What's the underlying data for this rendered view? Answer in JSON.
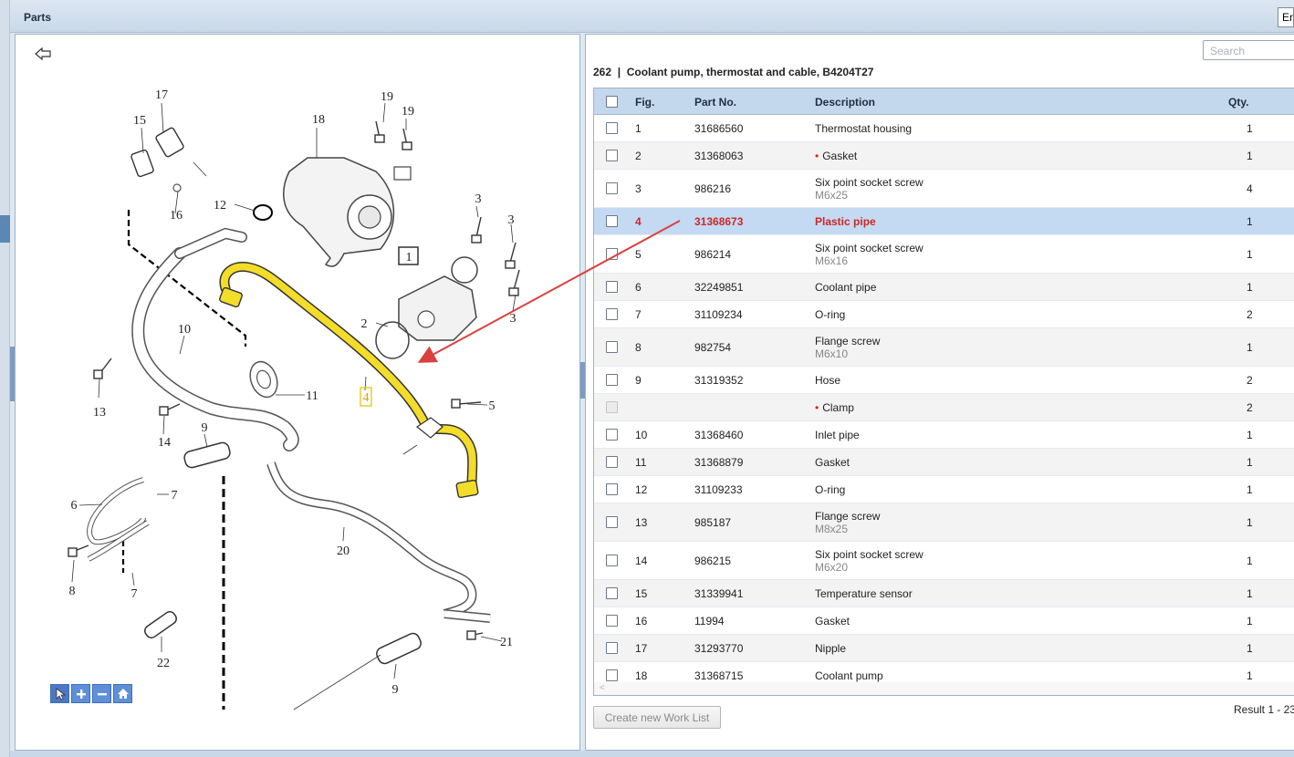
{
  "header": {
    "title": "Parts",
    "lang_button": "En"
  },
  "diagram": {
    "callouts": [
      "17",
      "15",
      "18",
      "19",
      "19",
      "12",
      "16",
      "3",
      "3",
      "1",
      "2",
      "3",
      "10",
      "11",
      "13",
      "14",
      "4",
      "5",
      "9",
      "6",
      "7",
      "8",
      "7",
      "20",
      "22",
      "21",
      "9"
    ]
  },
  "toolbar": {
    "tools": [
      "pointer-icon",
      "plus-icon",
      "minus-icon",
      "home-icon"
    ]
  },
  "search": {
    "placeholder": "Search"
  },
  "heading": "262  |  Coolant pump, thermostat and cable, B4204T27",
  "table": {
    "columns": [
      "Fig.",
      "Part No.",
      "Description",
      "Qty."
    ],
    "rows": [
      {
        "fig": "1",
        "part": "31686560",
        "desc": "Thermostat housing",
        "sub": "",
        "qty": "1",
        "bullet": false
      },
      {
        "fig": "2",
        "part": "31368063",
        "desc": "Gasket",
        "sub": "",
        "qty": "1",
        "bullet": true
      },
      {
        "fig": "3",
        "part": "986216",
        "desc": "Six point socket screw",
        "sub": "M6x25",
        "qty": "4",
        "bullet": false
      },
      {
        "fig": "4",
        "part": "31368673",
        "desc": "Plastic pipe",
        "sub": "",
        "qty": "1",
        "bullet": false,
        "selected": true
      },
      {
        "fig": "5",
        "part": "986214",
        "desc": "Six point socket screw",
        "sub": "M6x16",
        "qty": "1",
        "bullet": false
      },
      {
        "fig": "6",
        "part": "32249851",
        "desc": "Coolant pipe",
        "sub": "",
        "qty": "1",
        "bullet": false
      },
      {
        "fig": "7",
        "part": "31109234",
        "desc": "O-ring",
        "sub": "",
        "qty": "2",
        "bullet": false
      },
      {
        "fig": "8",
        "part": "982754",
        "desc": "Flange screw",
        "sub": "M6x10",
        "qty": "1",
        "bullet": false
      },
      {
        "fig": "9",
        "part": "31319352",
        "desc": "Hose",
        "sub": "",
        "qty": "2",
        "bullet": false
      },
      {
        "fig": "",
        "part": "",
        "desc": "Clamp",
        "sub": "",
        "qty": "2",
        "bullet": true,
        "disabled": true
      },
      {
        "fig": "10",
        "part": "31368460",
        "desc": "Inlet pipe",
        "sub": "",
        "qty": "1",
        "bullet": false
      },
      {
        "fig": "11",
        "part": "31368879",
        "desc": "Gasket",
        "sub": "",
        "qty": "1",
        "bullet": false
      },
      {
        "fig": "12",
        "part": "31109233",
        "desc": "O-ring",
        "sub": "",
        "qty": "1",
        "bullet": false
      },
      {
        "fig": "13",
        "part": "985187",
        "desc": "Flange screw",
        "sub": "M8x25",
        "qty": "1",
        "bullet": false
      },
      {
        "fig": "14",
        "part": "986215",
        "desc": "Six point socket screw",
        "sub": "M6x20",
        "qty": "1",
        "bullet": false
      },
      {
        "fig": "15",
        "part": "31339941",
        "desc": "Temperature sensor",
        "sub": "",
        "qty": "1",
        "bullet": false
      },
      {
        "fig": "16",
        "part": "11994",
        "desc": "Gasket",
        "sub": "",
        "qty": "1",
        "bullet": false
      },
      {
        "fig": "17",
        "part": "31293770",
        "desc": "Nipple",
        "sub": "",
        "qty": "1",
        "bullet": false
      },
      {
        "fig": "18",
        "part": "31368715",
        "desc": "Coolant pump",
        "sub": "",
        "qty": "1",
        "bullet": false
      }
    ]
  },
  "scroll_hint": "<",
  "worklist_button": "Create new Work List",
  "result_text": "Result 1 - 23",
  "colors": {
    "highlight_pipe": "#f3dc2a",
    "arrow": "#d9413e",
    "selected_row": "#c4daf3",
    "header_bg": "#c4d8ed"
  }
}
